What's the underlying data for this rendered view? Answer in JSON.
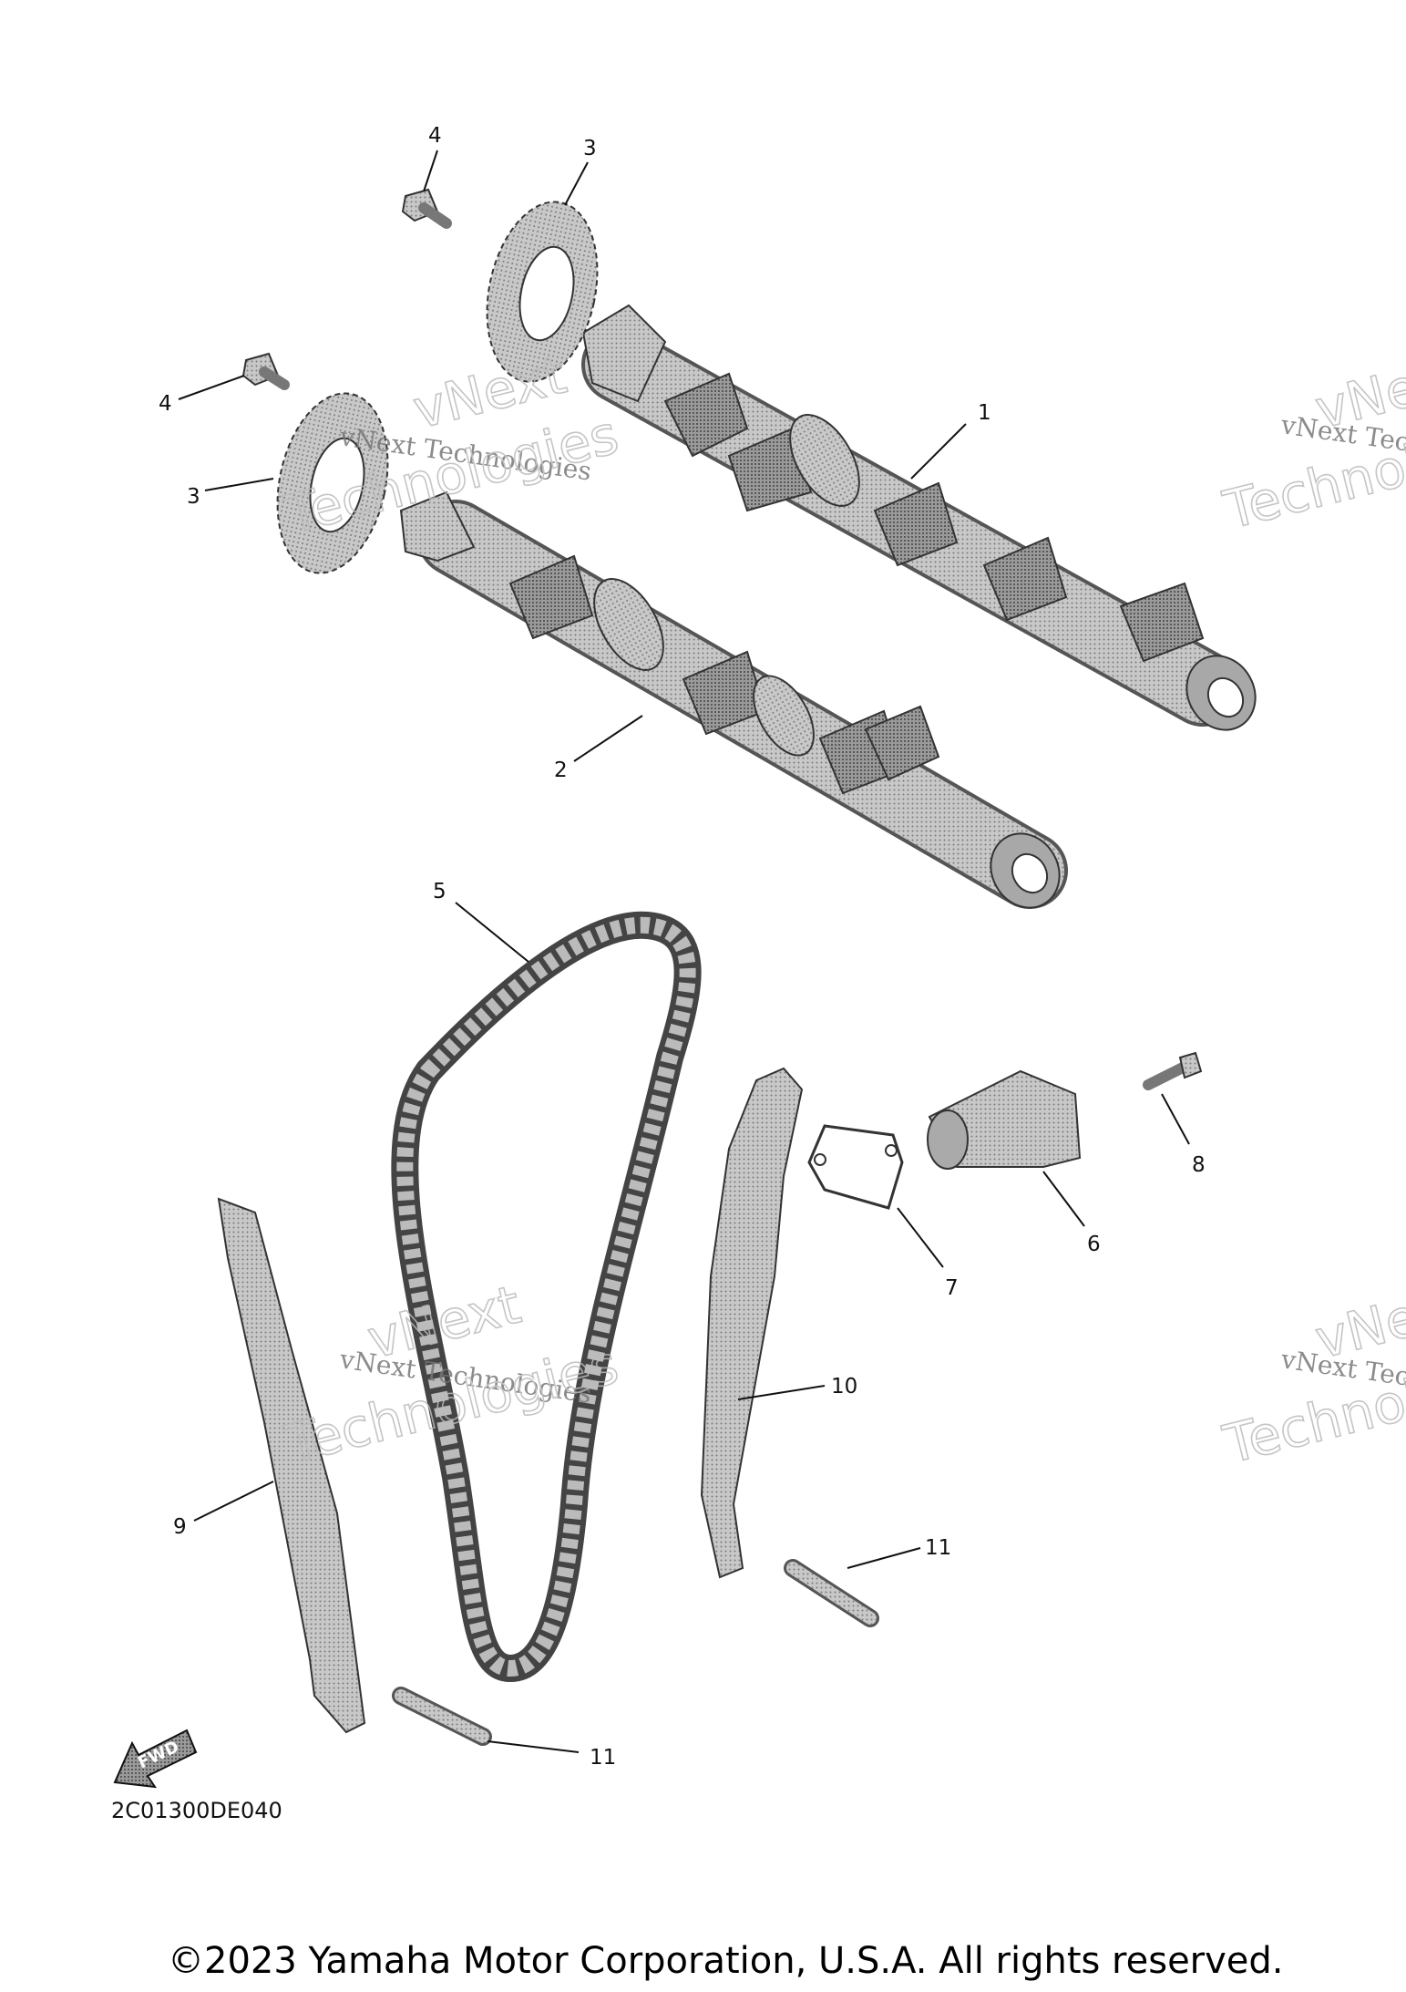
{
  "diagram": {
    "callouts": {
      "c1": "1",
      "c2": "2",
      "c3a": "3",
      "c3b": "3",
      "c4a": "4",
      "c4b": "4",
      "c5": "5",
      "c6": "6",
      "c7": "7",
      "c8": "8",
      "c9": "9",
      "c10": "10",
      "c11a": "11",
      "c11b": "11"
    },
    "fwd_label": "FWD",
    "watermark_line1": "vNext Technologies",
    "watermark_word1": "vNext",
    "watermark_word2": "Technologies"
  },
  "figure_code": "2C01300DE040",
  "copyright": "©2023 Yamaha Motor Corporation, U.S.A. All rights reserved.",
  "colors": {
    "part_fill": "#c4c4c4",
    "part_shade": "#8e8e8e",
    "ink": "#111111"
  }
}
